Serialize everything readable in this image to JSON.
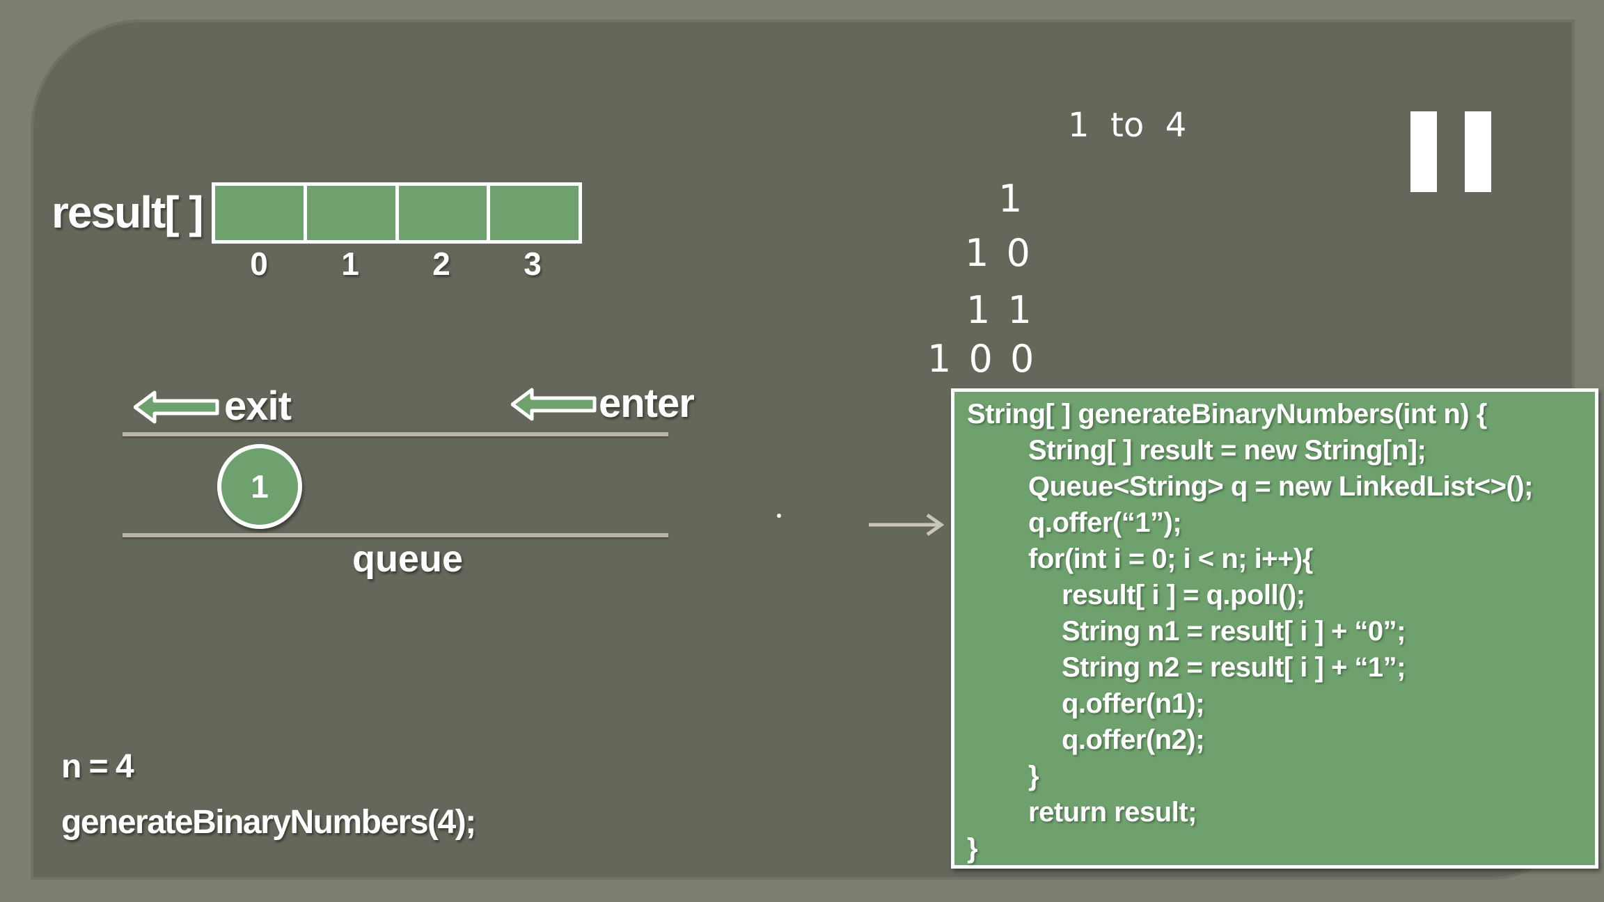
{
  "colors": {
    "board": "#64685a",
    "frame": "#7a7f70",
    "accent_green": "#6ea16d",
    "text": "#ffffff",
    "queue_line": "#b9b6a8"
  },
  "result": {
    "label": "result[ ]",
    "indices": [
      "0",
      "1",
      "2",
      "3"
    ]
  },
  "queue": {
    "exit_label": "exit",
    "enter_label": "enter",
    "label": "queue",
    "items": [
      "1"
    ]
  },
  "inputs": {
    "n_line": "n = 4",
    "call_line": "generateBinaryNumbers(4);"
  },
  "handwriting": {
    "heading": "1  to  4",
    "rows": [
      "1",
      "1 0",
      "1 1",
      "1 0 0"
    ]
  },
  "controls": {
    "pause_icon": "pause-icon"
  },
  "code": {
    "lines": [
      "String[ ] generateBinaryNumbers(int n) {",
      "String[ ] result = new String[n];",
      "Queue<String> q = new LinkedList<>();",
      "q.offer(“1”);",
      "for(int i = 0; i < n; i++){",
      "result[ i ] = q.poll();",
      "String n1 = result[ i ] + “0”;",
      "String n2 = result[ i ] + “1”;",
      "q.offer(n1);",
      "q.offer(n2);",
      "}",
      "return result;",
      "}"
    ]
  }
}
